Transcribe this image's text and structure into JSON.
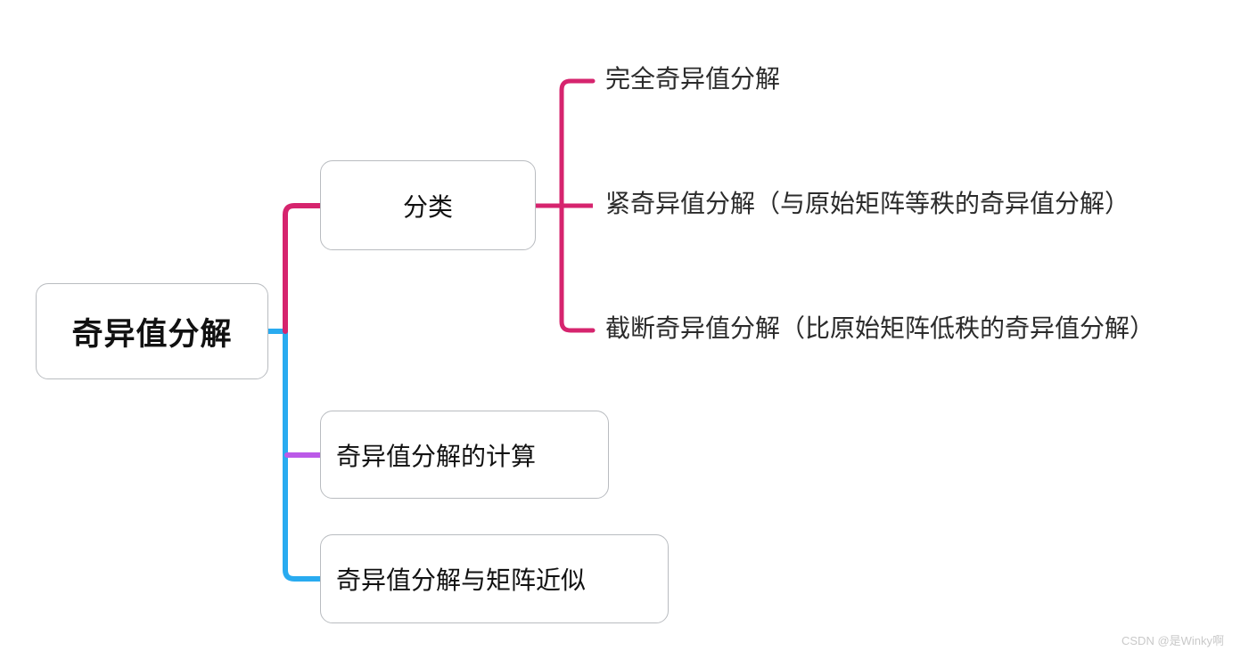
{
  "diagram": {
    "title": "奇异值分解",
    "type": "mindmap",
    "root": {
      "label": "奇异值分解"
    },
    "branches": [
      {
        "label": "分类",
        "connector_color": "#d6246e",
        "children": [
          {
            "label": "完全奇异值分解"
          },
          {
            "label": "紧奇异值分解（与原始矩阵等秩的奇异值分解）"
          },
          {
            "label": "截断奇异值分解（比原始矩阵低秩的奇异值分解）"
          }
        ]
      },
      {
        "label": "奇异值分解的计算",
        "connector_color": "#bb5ae8",
        "children": []
      },
      {
        "label": "奇异值分解与矩阵近似",
        "connector_color": "#29abf0",
        "children": []
      }
    ]
  },
  "colors": {
    "crimson": "#d6246e",
    "blue": "#29abf0",
    "purple": "#bb5ae8",
    "node_border": "#b9bcc0",
    "text": "#111111",
    "watermark": "#c9c9c9",
    "background": "#ffffff"
  },
  "watermark": {
    "text": "CSDN @是Winky啊"
  }
}
